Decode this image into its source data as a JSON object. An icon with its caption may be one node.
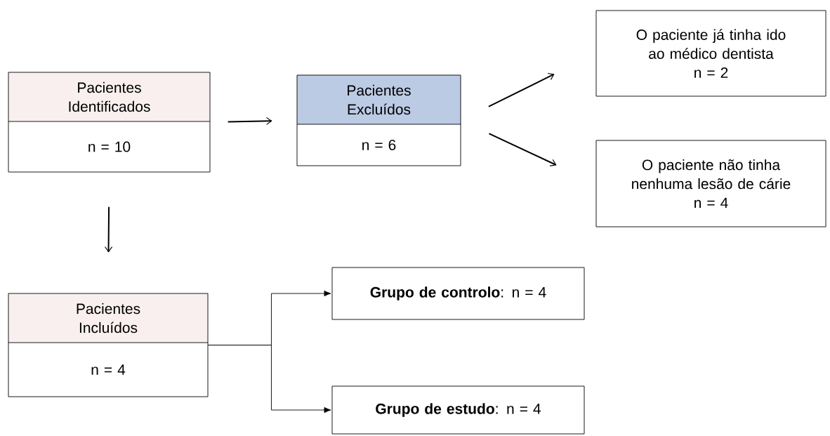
{
  "diagram": {
    "nodes": [
      {
        "text": [
          "Pacientes Identificados",
          "n = 10"
        ]
      },
      {
        "text": [
          "Pacientes Excluídos",
          "n = 6"
        ]
      },
      {
        "text": [
          "O paciente já tinha ido ao médico dentista",
          "n = 2"
        ]
      },
      {
        "text": [
          "O paciente não tinha nenhuma lesão de cárie",
          "n = 4"
        ]
      },
      {
        "text": [
          "Pacientes Incluídos",
          "n = 4"
        ]
      },
      {
        "text": [
          "**Grupo de controlo**: n = 4"
        ]
      },
      {
        "text": [
          "**Grupo de estudo**: n = 4"
        ]
      }
    ],
    "edges": [
      {
        "from": 0,
        "to": 1,
        "arrow": "to"
      },
      {
        "from": 1,
        "to": 2,
        "arrow": "to"
      },
      {
        "from": 1,
        "to": 3,
        "arrow": "to"
      },
      {
        "from": 0,
        "to": 4,
        "arrow": "to"
      },
      {
        "from": 4,
        "to": 5,
        "arrow": "to"
      },
      {
        "from": 4,
        "to": 6,
        "arrow": "to"
      }
    ]
  }
}
